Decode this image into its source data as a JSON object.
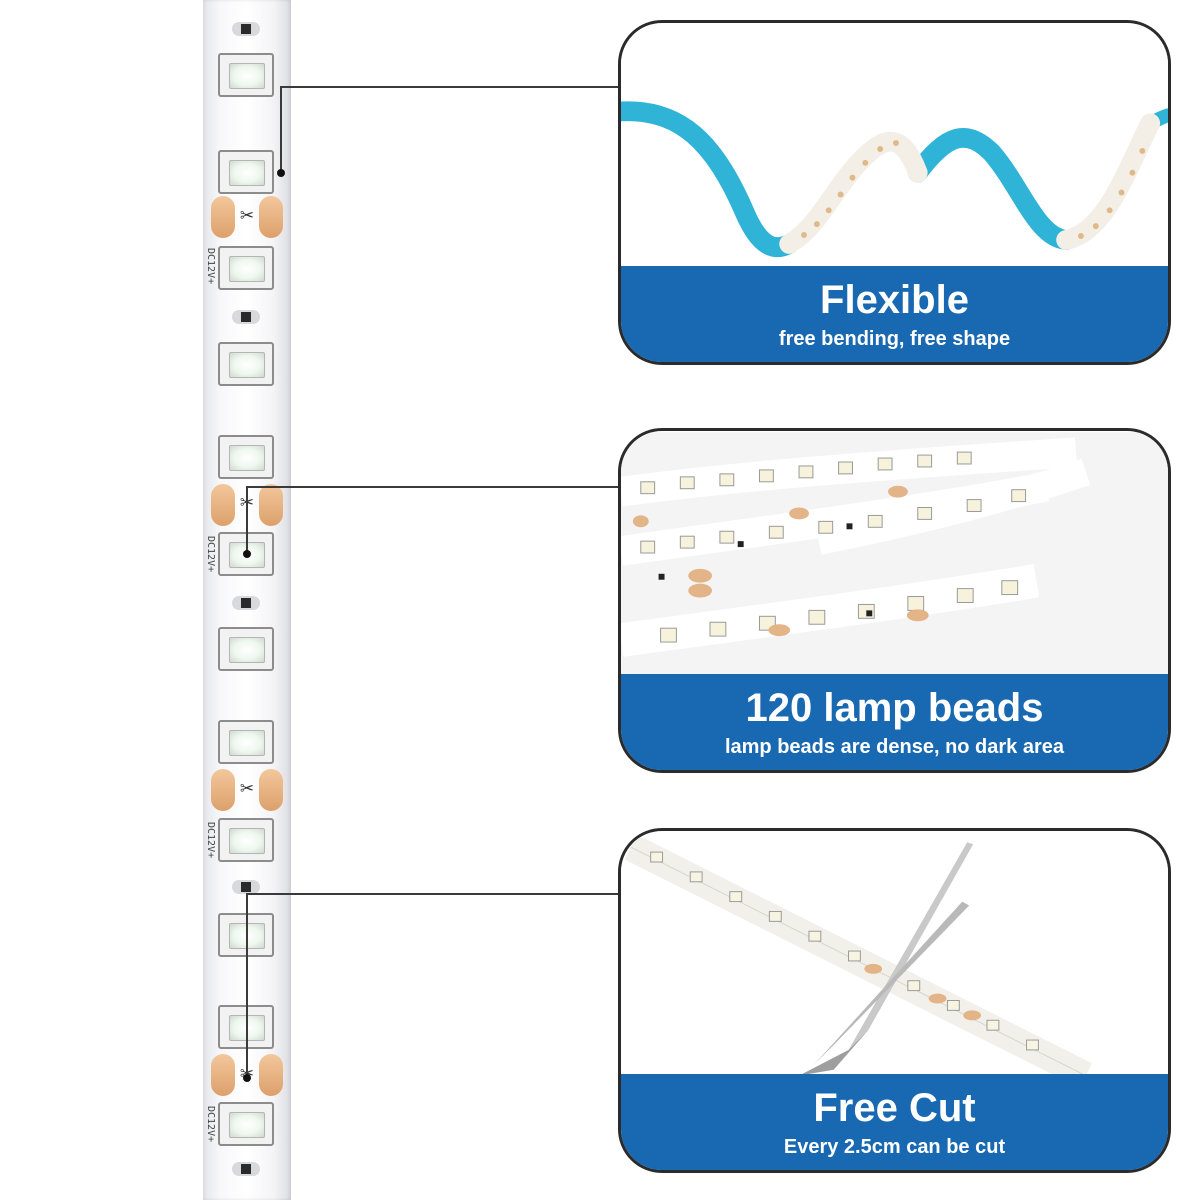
{
  "strip": {
    "polarity_label": "DC12V+",
    "cut_symbol": "✂"
  },
  "features": [
    {
      "title": "Flexible",
      "subtitle": "free bending, free shape"
    },
    {
      "title": "120 lamp beads",
      "subtitle": "lamp beads are dense, no dark area"
    },
    {
      "title": "Free Cut",
      "subtitle": "Every 2.5cm can be cut"
    }
  ],
  "colors": {
    "band_blue": "#1868b2",
    "strip_back_teal": "#2fb3d6",
    "solder_pad": "#dca06b"
  }
}
